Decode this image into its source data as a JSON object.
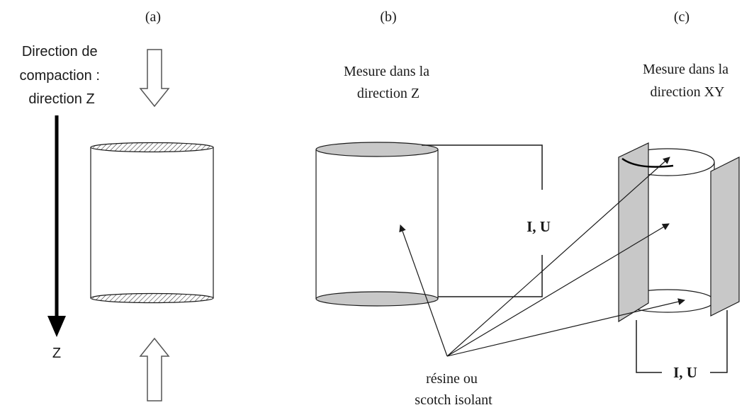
{
  "panel_a": {
    "label": "(a)",
    "direction_lines": [
      "Direction de",
      "compaction :",
      "direction Z"
    ],
    "axis_label": "Z"
  },
  "panel_b": {
    "label": "(b)",
    "title_lines": [
      "Mesure dans la",
      "direction Z"
    ],
    "measure_label": "I, U"
  },
  "panel_c": {
    "label": "(c)",
    "title_lines": [
      "Mesure dans la",
      "direction XY"
    ],
    "measure_label": "I, U"
  },
  "shared": {
    "insulation_lines": [
      "résine ou",
      "scotch isolant"
    ]
  }
}
